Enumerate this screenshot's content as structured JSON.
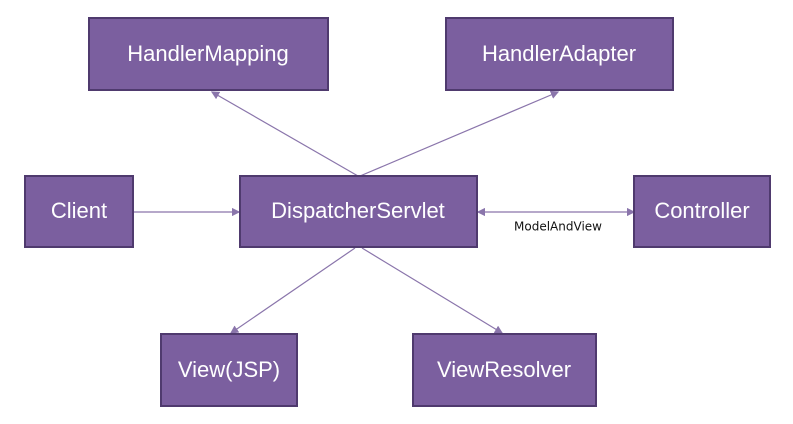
{
  "diagram": {
    "nodes": {
      "handler_mapping": "HandlerMapping",
      "handler_adapter": "HandlerAdapter",
      "client": "Client",
      "dispatcher_servlet": "DispatcherServlet",
      "controller": "Controller",
      "view_jsp": "View(JSP)",
      "view_resolver": "ViewResolver"
    },
    "edges": {
      "dispatcher_controller_label": "ModelAndView"
    },
    "colors": {
      "node_fill": "#7b5f9f",
      "node_border": "#4f3a6e",
      "edge_color": "#8a75ab",
      "label_text": "#111111",
      "node_text": "#ffffff"
    }
  }
}
